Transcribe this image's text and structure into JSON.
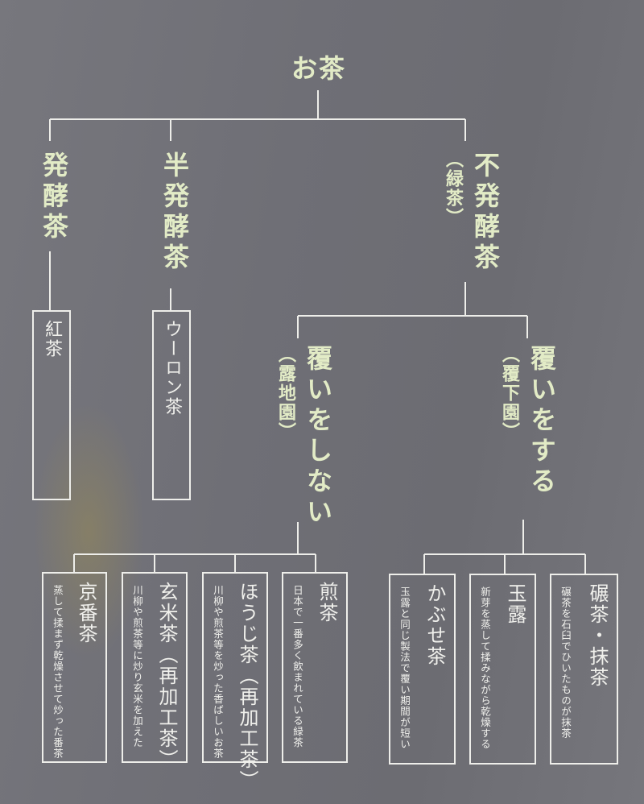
{
  "root": "お茶",
  "level1": [
    {
      "label": "発酵茶"
    },
    {
      "label": "半発酵茶"
    },
    {
      "label": "不発酵茶",
      "note": "（緑茶）"
    }
  ],
  "leaf1": [
    {
      "label": "紅茶"
    },
    {
      "label": "ウーロン茶"
    }
  ],
  "level2": [
    {
      "label": "覆いをしない",
      "note": "（露地園）"
    },
    {
      "label": "覆いをする",
      "note": "（覆下園）"
    }
  ],
  "uncovered": [
    {
      "title": "京番茶",
      "desc": "蒸して揉まず乾燥させて炒った番茶"
    },
    {
      "title": "玄米茶（再加工茶）",
      "desc": "川柳や煎茶等に炒り玄米を加えた"
    },
    {
      "title": "ほうじ茶（再加工茶）",
      "desc": "川柳や煎茶等を炒った香ばしいお茶"
    },
    {
      "title": "煎茶",
      "desc": "日本で一番多く飲まれている緑茶"
    }
  ],
  "covered": [
    {
      "title": "かぶせ茶",
      "desc": "玉露と同じ製法で覆い期間が短い"
    },
    {
      "title": "玉露",
      "desc": "新芽を蒸して揉みながら乾燥する"
    },
    {
      "title": "碾茶・抹茶",
      "desc": "碾茶を石臼でひいたものが抹茶"
    }
  ]
}
